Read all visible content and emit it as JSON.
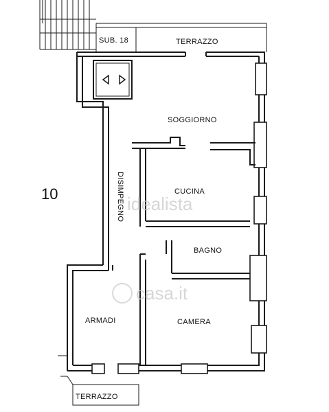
{
  "plan": {
    "unit_number": "10",
    "rooms": {
      "sub": "SUB. 18",
      "terrazzo_top": "TERRAZZO",
      "soggiorno": "SOGGIORNO",
      "disimpegno": "DISIMPEGNO",
      "cucina": "CUCINA",
      "bagno": "BAGNO",
      "armadi": "ARMADI",
      "camera": "CAMERA",
      "terrazzo_bottom": "TERRAZZO"
    },
    "watermarks": {
      "idealista": "idealista",
      "casa": "casa.it"
    }
  }
}
